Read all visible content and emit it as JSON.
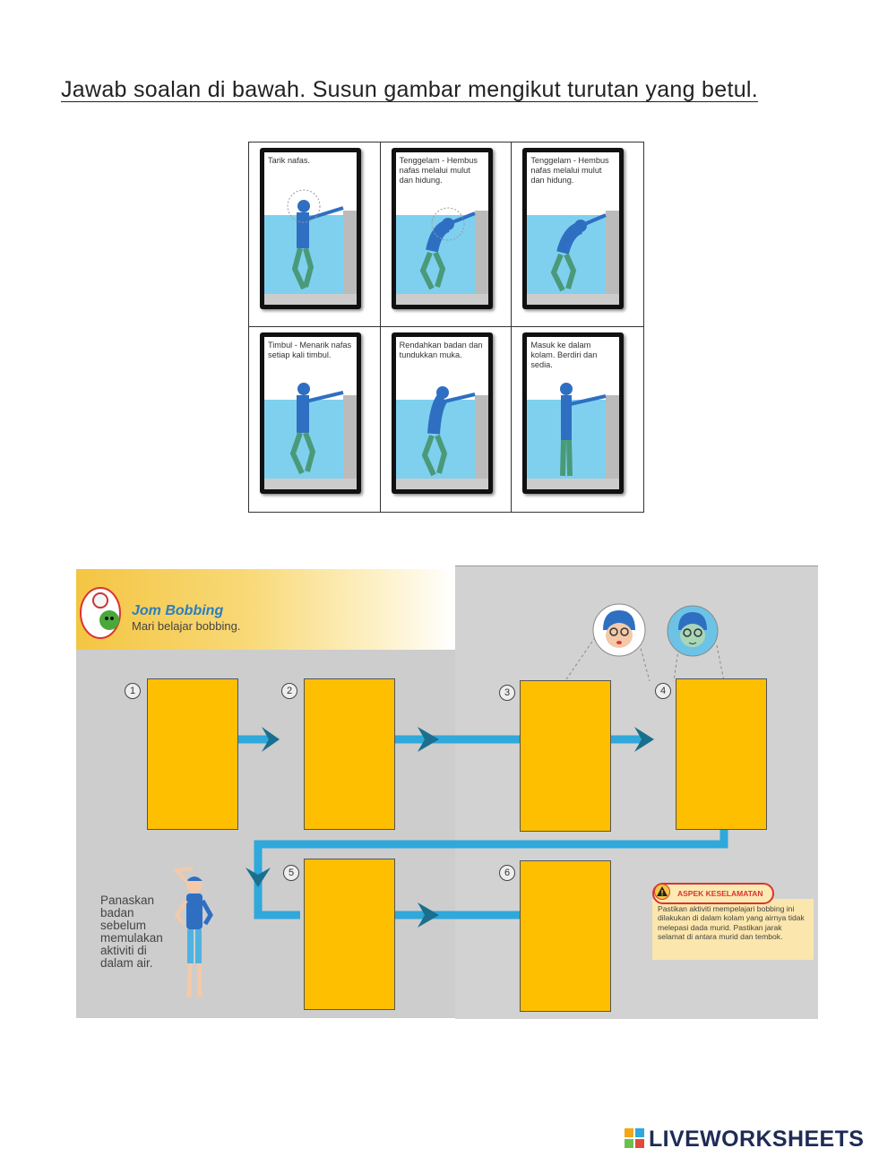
{
  "title": "Jawab soalan di bawah. Susun gambar mengikut turutan yang betul.",
  "cards": [
    {
      "text": "Tarik nafas."
    },
    {
      "text": "Tenggelam - Hembus nafas melalui mulut dan hidung."
    },
    {
      "text": "Tenggelam - Hembus nafas melalui mulut dan hidung."
    },
    {
      "text": "Timbul - Menarik nafas setiap kali timbul."
    },
    {
      "text": "Rendahkan badan dan tundukkan muka."
    },
    {
      "text": "Masuk ke dalam kolam. Berdiri dan sedia."
    }
  ],
  "bobbing": {
    "title": "Jom Bobbing",
    "subtitle": "Mari belajar bobbing.",
    "steps": [
      "1",
      "2",
      "3",
      "4",
      "5",
      "6"
    ],
    "warmup_text": "Panaskan badan sebelum memulakan aktiviti di dalam air.",
    "safety": {
      "badge": "ASPEK KESELAMATAN",
      "text": "Pastikan aktiviti mempelajari bobbing ini dilakukan di dalam kolam yang airnya tidak melepasi dada murid. Pastikan jarak selamat di antara murid dan tembok."
    }
  },
  "brand": "LIVEWORKSHEETS",
  "colors": {
    "answer_box": "#fdbf00",
    "arrow": "#2fa8dc",
    "header": "#f4c542",
    "panel": "#cdcdcd"
  }
}
